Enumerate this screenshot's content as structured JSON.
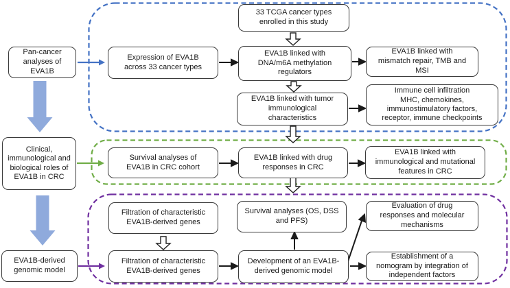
{
  "left_column": {
    "pan_cancer": "Pan-cancer analyses of EVA1B",
    "crc_roles": "Clinical, immunological and biological roles of EVA1B in CRC",
    "genomic_model": "EVA1B-derived genomic model"
  },
  "pan_cancer_region": {
    "tcga_types": "33 TCGA cancer types enrolled in this study",
    "expression": "Expression of EVA1B across 33 cancer types",
    "methylation": "EVA1B linked with DNA/m6A methylation regulators",
    "mismatch_repair": "EVA1B linked with mismatch repair, TMB and MSI",
    "tumor_immunology": "EVA1B linked with tumor immunological characteristics",
    "immune_infiltration": "Immune cell infiltration\nMHC, chemokines,\nimmunostimulatory factors,\nreceptor, immune checkpoints"
  },
  "crc_region": {
    "survival": "Survival analyses of EVA1B in CRC cohort",
    "drug_responses": "EVA1B linked with drug responses in CRC",
    "immuno_mutational": "EVA1B linked with immunological and mutational features in CRC"
  },
  "model_region": {
    "filtration_upper": "Filtration of characteristic EVA1B-derived genes",
    "survival_endpoints": "Survival analyses (OS, DSS and PFS)",
    "filtration_lower": "Filtration of characteristic EVA1B-derived genes",
    "development": "Development of an EVA1B-derived genomic model",
    "drug_evaluation": "Evaluation of drug responses and molecular mechanisms",
    "nomogram": "Establishment of a nomogram by integration of independent factors"
  },
  "colors": {
    "c_blue": "#4472C4",
    "c_green": "#70AD47",
    "c_purple": "#7030A0",
    "c_lightblue": "#8FAADC",
    "box_border": "#3A3A3A",
    "text": "#1A1A1A"
  }
}
